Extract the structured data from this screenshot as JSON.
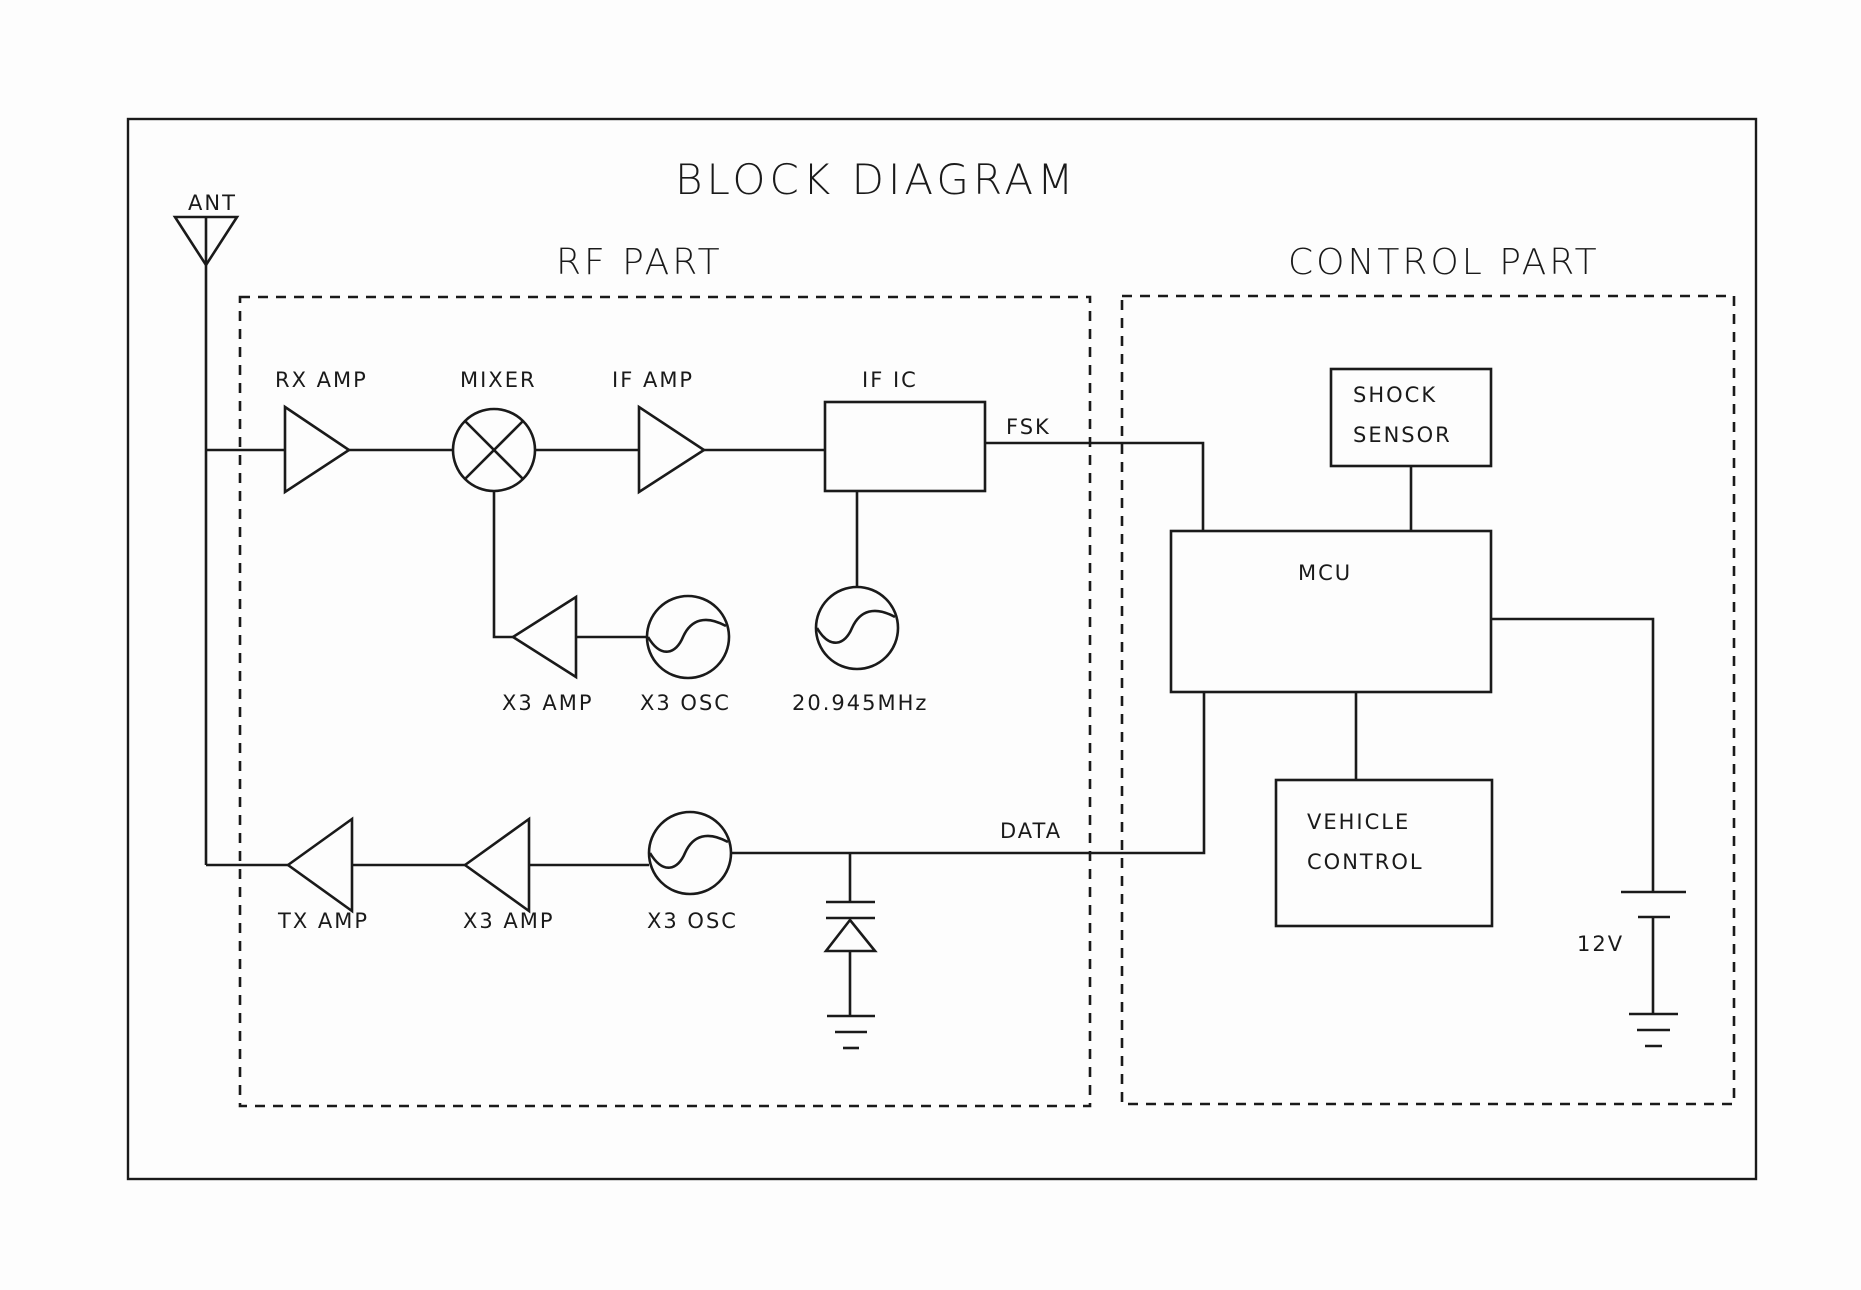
{
  "title": "BLOCK DIAGRAM",
  "sections": {
    "rf": "RF PART",
    "control": "CONTROL PART"
  },
  "labels": {
    "antenna": "ANT",
    "rx_amp": "RX AMP",
    "mixer": "MIXER",
    "if_amp": "IF AMP",
    "if_ic": "IF IC",
    "fsk": "FSK",
    "x3_amp_upper": "X3 AMP",
    "x3_osc_upper": "X3 OSC",
    "ref_osc": "20.945MHz",
    "tx_amp": "TX AMP",
    "x3_amp_lower": "X3 AMP",
    "x3_osc_lower": "X3 OSC",
    "data": "DATA",
    "shock_line1": "SHOCK",
    "shock_line2": "SENSOR",
    "mcu": "MCU",
    "vehicle_line1": "VEHICLE",
    "vehicle_line2": "CONTROL",
    "battery": "12V"
  }
}
